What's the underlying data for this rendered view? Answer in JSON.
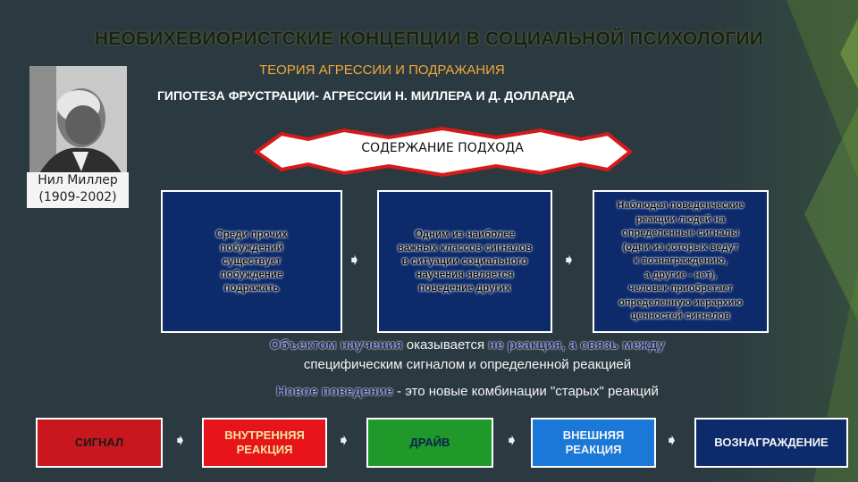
{
  "title": "НЕОБИХЕВИОРИСТСКИЕ КОНЦЕПЦИИ В СОЦИАЛЬНОЙ ПСИХОЛОГИИ",
  "subtitle": "ТЕОРИЯ АГРЕССИИ И ПОДРАЖАНИЯ",
  "hypothesis": "ГИПОТЕЗА ФРУСТРАЦИИ- АГРЕССИИ Н. МИЛЛЕРА И Д. ДОЛЛАРДА",
  "portrait": {
    "name": "Нил Миллер",
    "years": "(1909-2002)"
  },
  "banner": "СОДЕРЖАНИЕ ПОДХОДА",
  "boxes": [
    {
      "lines": [
        "Среди прочих",
        "побуждений",
        "существует",
        "побуждение",
        "подражать"
      ]
    },
    {
      "lines": [
        "Одним из наиболее",
        "важных классов сигналов",
        "в ситуации социального",
        "научения является",
        "поведение других"
      ]
    },
    {
      "lines": [
        "Наблюдая поведенческие",
        "реакции людей на",
        "определенные сигналы",
        "(одни из которых ведут",
        "к вознаграждению,",
        "а другие - нет),",
        "человек приобретает",
        "определенную иерархию",
        "ценностей сигналов"
      ]
    }
  ],
  "arrow_symbol": "➧",
  "statement1": {
    "bold1": "Объектом научения",
    "plain1": " оказывается ",
    "bold2": "не реакция, а связь между",
    "line2": "специфическим сигналом и определенной реакцией"
  },
  "statement2": {
    "bold": "Новое поведение",
    "plain": " - это новые комбинации \"старых\" реакций"
  },
  "flow": [
    {
      "label1": "СИГНАЛ",
      "label2": "",
      "bg": "#c8181e",
      "color": "#1a1a1a"
    },
    {
      "label1": "ВНУТРЕННЯЯ",
      "label2": "РЕАКЦИЯ",
      "bg": "#e8141b",
      "color": "#f0e6a0"
    },
    {
      "label1": "ДРАЙВ",
      "label2": "",
      "bg": "#1f9a2a",
      "color": "#0d2050"
    },
    {
      "label1": "ВНЕШНЯЯ",
      "label2": "РЕАКЦИЯ",
      "bg": "#1a78d8",
      "color": "#f4f4f4"
    },
    {
      "label1": "ВОЗНАГРАЖДЕНИЕ",
      "label2": "",
      "bg": "#0d2a6b",
      "color": "#f4f4f4"
    }
  ]
}
